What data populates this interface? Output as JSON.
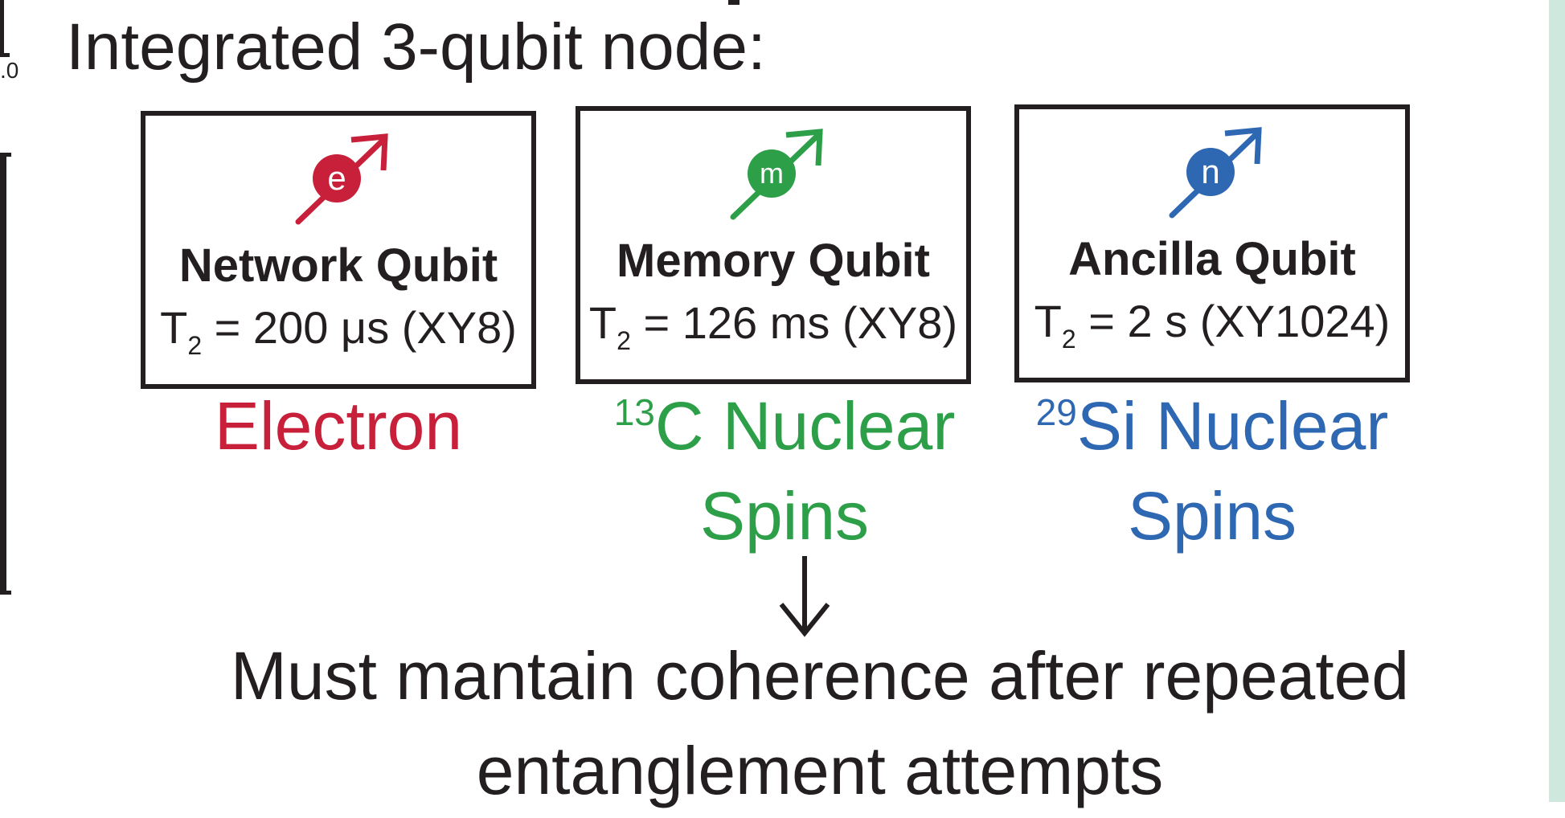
{
  "title": "Integrated 3-qubit node:",
  "fragment_label": ".0",
  "qubits": [
    {
      "symbol": "e",
      "name": "Network Qubit",
      "t2_prefix": "T",
      "t2_sub": "2",
      "t2_value": " = 200 μs (XY8)",
      "species_sup": "",
      "species": "Electron",
      "color": "#c8203a"
    },
    {
      "symbol": "m",
      "name": "Memory Qubit",
      "t2_prefix": "T",
      "t2_sub": "2",
      "t2_value": " = 126 ms (XY8)",
      "species_sup": "13",
      "species": "C Nuclear Spins",
      "color": "#2e9f49"
    },
    {
      "symbol": "n",
      "name": "Ancilla Qubit",
      "t2_prefix": "T",
      "t2_sub": "2",
      "t2_value": " = 2 s (XY1024)",
      "species_sup": "29",
      "species": "Si Nuclear Spins",
      "color": "#2f68b2"
    }
  ],
  "conclusion": "Must mantain coherence after repeated entanglement attempts",
  "arrow_icon": "arrow-down-icon",
  "spin_icon": "spin-arrow-icon"
}
